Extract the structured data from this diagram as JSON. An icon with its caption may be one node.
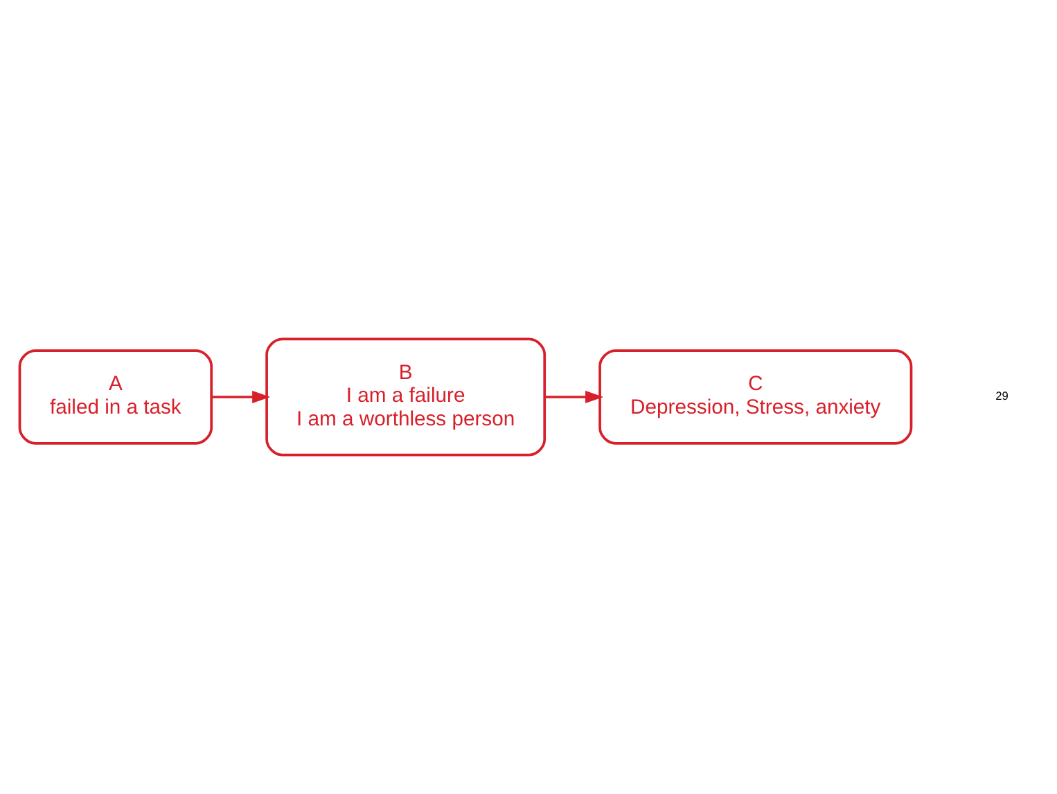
{
  "diagram": {
    "nodes": [
      {
        "text": [
          "A",
          "failed in a task"
        ]
      },
      {
        "text": [
          "B",
          "I am a failure",
          "I am a worthless person"
        ]
      },
      {
        "text": [
          "C",
          "Depression, Stress, anxiety"
        ]
      }
    ],
    "edges": [
      {
        "from": 0,
        "to": 1,
        "arrow": "to"
      },
      {
        "from": 1,
        "to": 2,
        "arrow": "to"
      }
    ],
    "labels": [
      "29"
    ]
  }
}
